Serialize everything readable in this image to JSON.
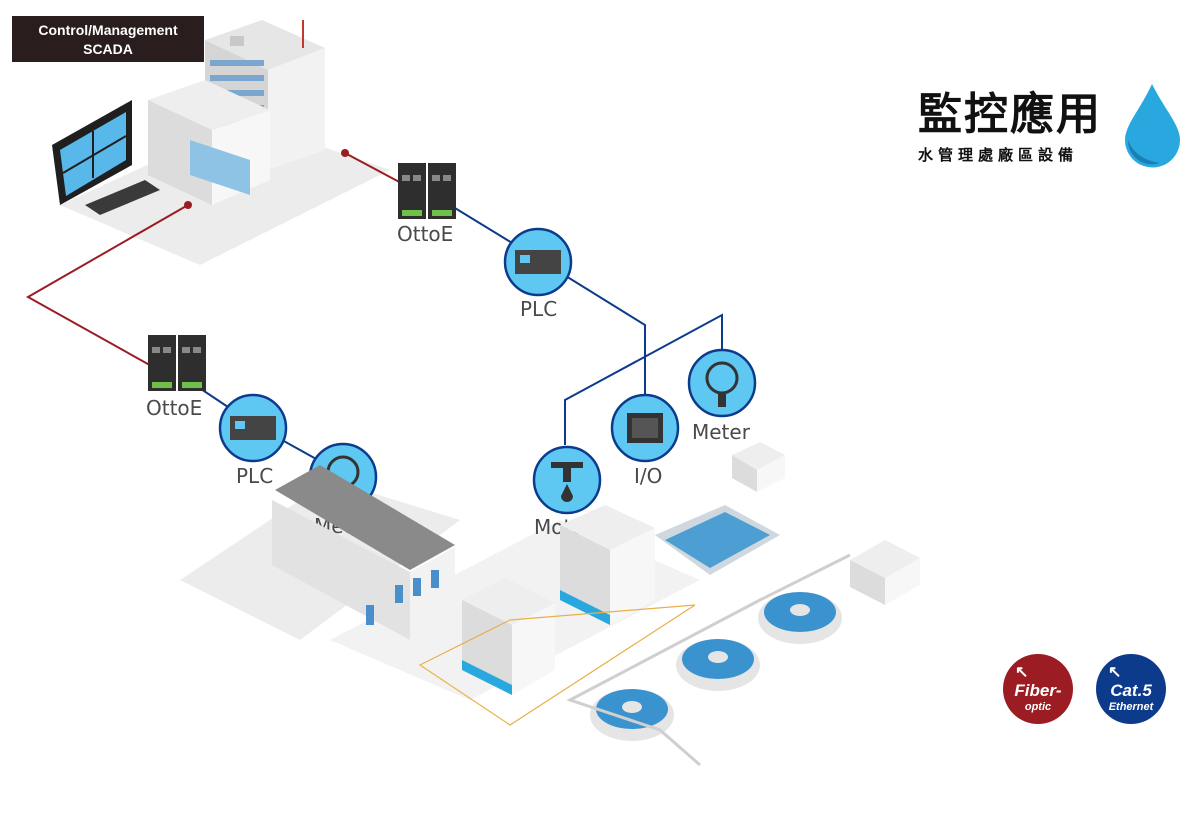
{
  "header": {
    "scada_line1": "Control/Management",
    "scada_line2": "SCADA",
    "title": "監控應用",
    "subtitle": "水管理處廠區設備"
  },
  "nodes": {
    "switch_top_label": "OttoE",
    "plc_top_label": "PLC",
    "switch_left_label": "OttoE",
    "plc_left_label": "PLC",
    "meter_left_label": "Meter",
    "motor_label": "Motor",
    "io_label": "I/O",
    "meter_right_label": "Meter"
  },
  "legend": {
    "fiber_main": "Fiber-",
    "fiber_sub": "optic",
    "cat5_main": "Cat.5",
    "cat5_sub": "Ethernet"
  },
  "colors": {
    "fiber": "#9b1c22",
    "ethernet": "#0d3b8c",
    "icon_fill": "#5ec8f2",
    "water": "#29a8df"
  },
  "icons": [
    "monitor-icon",
    "keyboard-icon",
    "building-icon",
    "switch-icon",
    "plc-icon",
    "meter-icon",
    "motor-icon",
    "io-icon",
    "water-drop-icon",
    "arrow-icon"
  ]
}
